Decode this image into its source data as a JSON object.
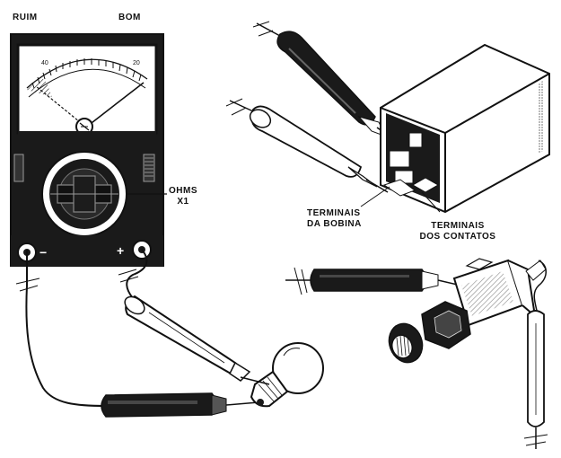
{
  "meter": {
    "label_left": "RUIM",
    "label_right": "BOM",
    "range_label_line1": "OHMS",
    "range_label_line2": "X1",
    "terminal_negative": "−",
    "terminal_positive": "+",
    "scale_marks": [
      "40",
      "20"
    ]
  },
  "relay": {
    "coil_label_line1": "TERMINAIS",
    "coil_label_line2": "DA BOBINA",
    "contacts_label_line1": "TERMINAIS",
    "contacts_label_line2": "DOS CONTATOS"
  },
  "colors": {
    "ink": "#111111",
    "paper": "#ffffff",
    "meter_body": "#1a1a1a"
  }
}
